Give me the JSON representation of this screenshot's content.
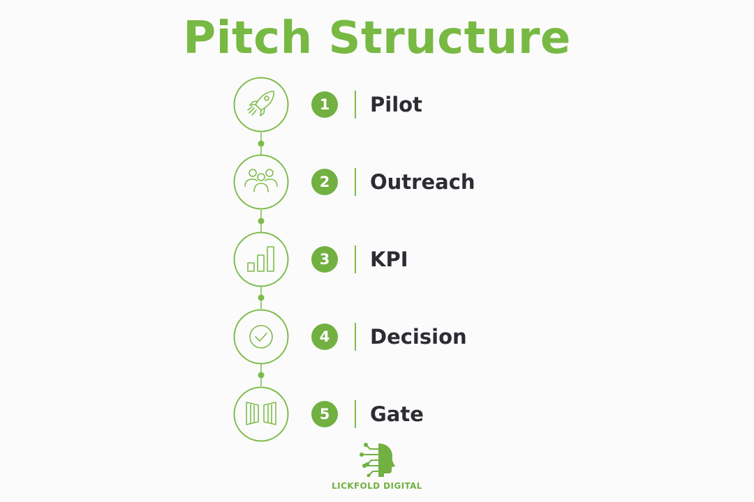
{
  "title": "Pitch Structure",
  "accent_color": "#78b944",
  "text_color": "#2b2d33",
  "steps": [
    {
      "number": "1",
      "label": "Pilot",
      "icon": "rocket-icon"
    },
    {
      "number": "2",
      "label": "Outreach",
      "icon": "people-icon"
    },
    {
      "number": "3",
      "label": "KPI",
      "icon": "bar-chart-icon"
    },
    {
      "number": "4",
      "label": "Decision",
      "icon": "checkmark-icon"
    },
    {
      "number": "5",
      "label": "Gate",
      "icon": "gate-icon"
    }
  ],
  "logo": {
    "text": "LICKFOLD DIGITAL",
    "icon": "ai-head-circuit-icon"
  }
}
